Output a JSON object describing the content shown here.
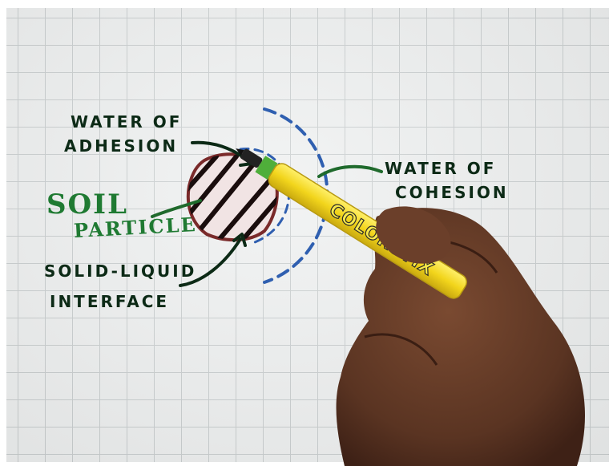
{
  "annotations": {
    "water_of_adhesion": [
      "WATER OF",
      "ADHESION"
    ],
    "water_of_cohesion": [
      "WATER OF",
      "COHESION"
    ],
    "soil_particle": [
      "SOIL",
      "PARTICLE"
    ],
    "solid_liquid_interface": [
      "SOLID-LIQUID",
      "INTERFACE"
    ]
  },
  "marker": {
    "brand_text": "COLORSTIX"
  },
  "colors": {
    "ink_dark": "#0c2a16",
    "ink_green": "#1f7a32",
    "dashed_blue": "#2f5fb0",
    "marker_yellow": "#f2d51c",
    "particle_red": "#7a2a2a",
    "skin": "#5a3422"
  }
}
